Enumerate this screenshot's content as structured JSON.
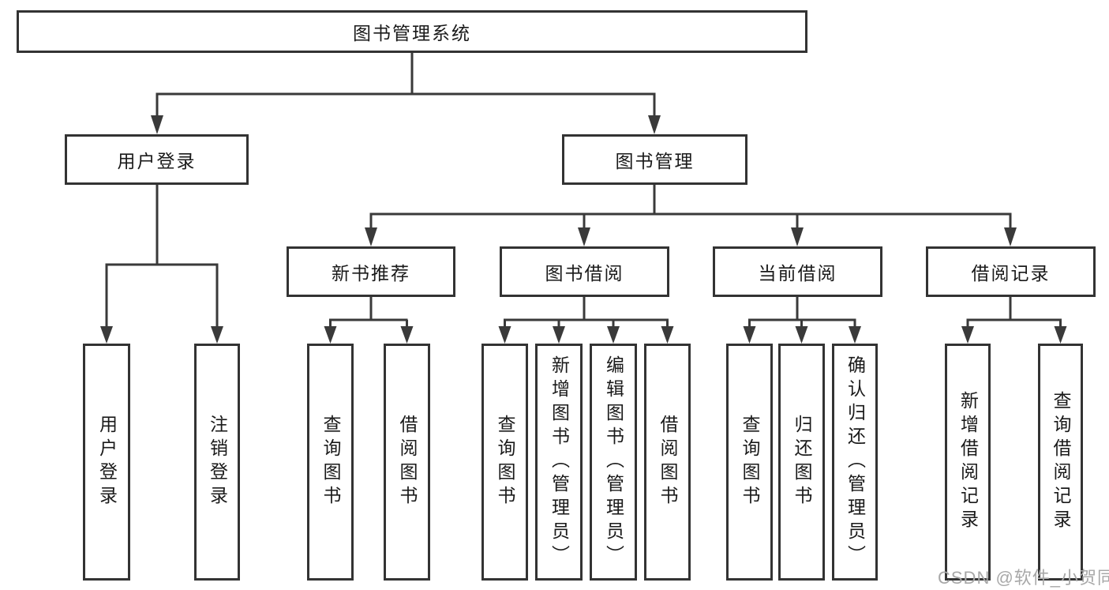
{
  "diagram": {
    "root": "图书管理系统",
    "branches": [
      {
        "label": "用户登录",
        "children": [
          "用户登录",
          "注销登录"
        ]
      },
      {
        "label": "图书管理",
        "sections": [
          {
            "label": "新书推荐",
            "children": [
              "查询图书",
              "借阅图书"
            ]
          },
          {
            "label": "图书借阅",
            "children": [
              "查询图书",
              "新增图书（管理员）",
              "编辑图书（管理员）",
              "借阅图书"
            ]
          },
          {
            "label": "当前借阅",
            "children": [
              "查询图书",
              "归还图书",
              "确认归还（管理员）"
            ]
          },
          {
            "label": "借阅记录",
            "children": [
              "新增借阅记录",
              "查询借阅记录"
            ]
          }
        ]
      }
    ]
  },
  "watermark": "CSDN @软件_小贺同学",
  "colors": {
    "line": "#3a3a3a",
    "border": "#333333",
    "text": "#1a1a1a",
    "watermark": "#a8a8a8",
    "background": "#ffffff"
  }
}
